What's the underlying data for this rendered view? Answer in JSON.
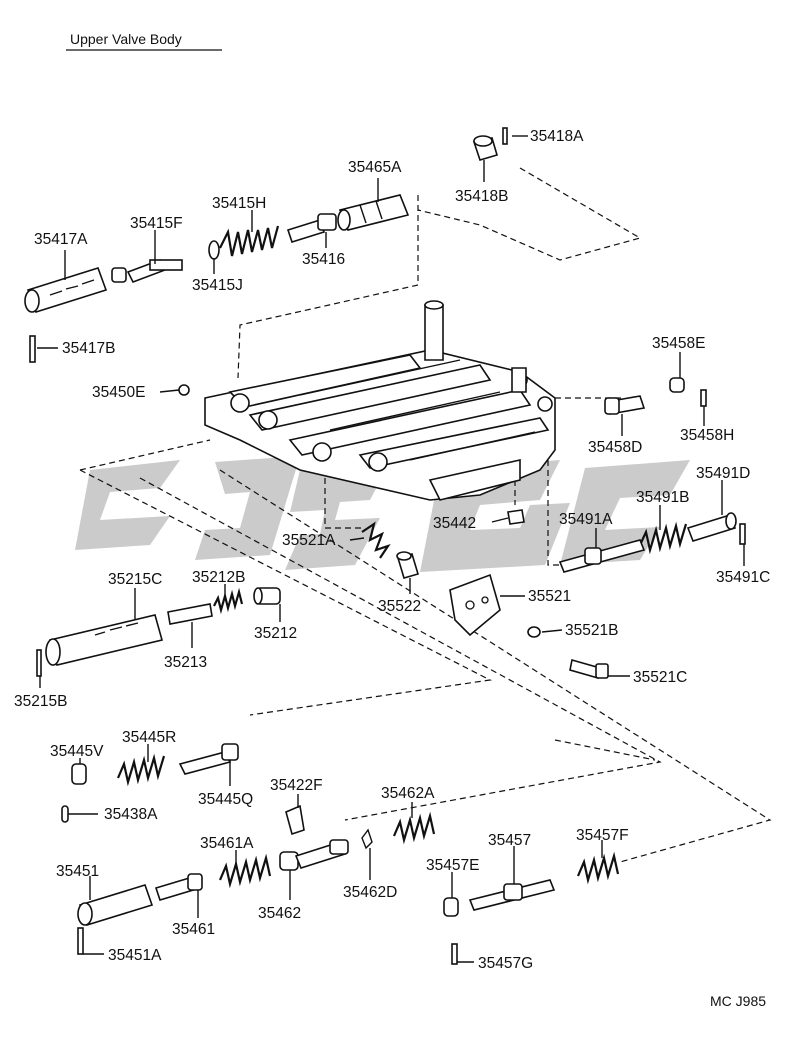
{
  "title": "Upper Valve Body",
  "diagram_code": "MC J985",
  "parts": {
    "p35418A": "35418A",
    "p35418B": "35418B",
    "p35465A": "35465A",
    "p35415H": "35415H",
    "p35415F": "35415F",
    "p35417A": "35417A",
    "p35416": "35416",
    "p35415J": "35415J",
    "p35417B": "35417B",
    "p35458E": "35458E",
    "p35450E": "35450E",
    "p35458D": "35458D",
    "p35458H": "35458H",
    "p35491D": "35491D",
    "p35491B": "35491B",
    "p35442": "35442",
    "p35491A": "35491A",
    "p35521A": "35521A",
    "p35491C": "35491C",
    "p35215C": "35215C",
    "p35212B": "35212B",
    "p35521": "35521",
    "p35522": "35522",
    "p35212": "35212",
    "p35521B": "35521B",
    "p35213": "35213",
    "p35521C": "35521C",
    "p35215B": "35215B",
    "p35445R": "35445R",
    "p35445V": "35445V",
    "p35422F": "35422F",
    "p35462A": "35462A",
    "p35445Q": "35445Q",
    "p35438A": "35438A",
    "p35461A": "35461A",
    "p35457": "35457",
    "p35457F": "35457F",
    "p35451": "35451",
    "p35457E": "35457E",
    "p35462D": "35462D",
    "p35462": "35462",
    "p35461": "35461",
    "p35451A": "35451A",
    "p35457G": "35457G"
  }
}
